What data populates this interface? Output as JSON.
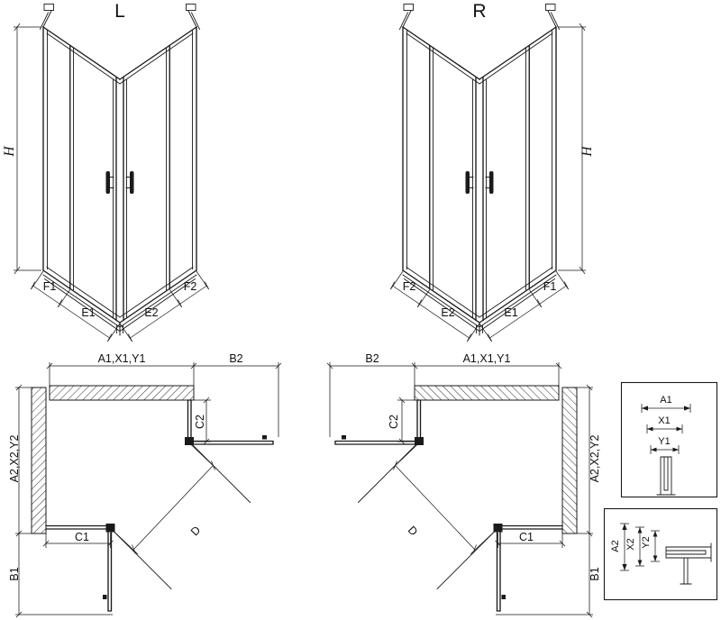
{
  "colors": {
    "line": "#1a1a1a",
    "background": "#ffffff"
  },
  "view_3d_left": {
    "title": "L",
    "height_label": "H",
    "bottom_labels": [
      "F1",
      "E1",
      "E2",
      "F2"
    ]
  },
  "view_3d_right": {
    "title": "R",
    "height_label": "H",
    "bottom_labels": [
      "F2",
      "E2",
      "E1",
      "F1"
    ]
  },
  "plan_left": {
    "top_label": "A1,X1,Y1",
    "top_right_label": "B2",
    "right_label": "C2",
    "left_label": "A2,X2,Y2",
    "bottom_label": "C1",
    "bottom_left_label": "B1",
    "diagonal_label": "D"
  },
  "plan_right": {
    "top_left_label": "B2",
    "top_label": "A1,X1,Y1",
    "left_label": "C2",
    "right_label": "A2,X2,Y2",
    "bottom_label": "C1",
    "bottom_right_label": "B1",
    "diagonal_label": "D"
  },
  "detail_x": {
    "labels": [
      "A1",
      "X1",
      "Y1"
    ]
  },
  "detail_y": {
    "labels": [
      "A2",
      "X2",
      "Y2"
    ]
  }
}
